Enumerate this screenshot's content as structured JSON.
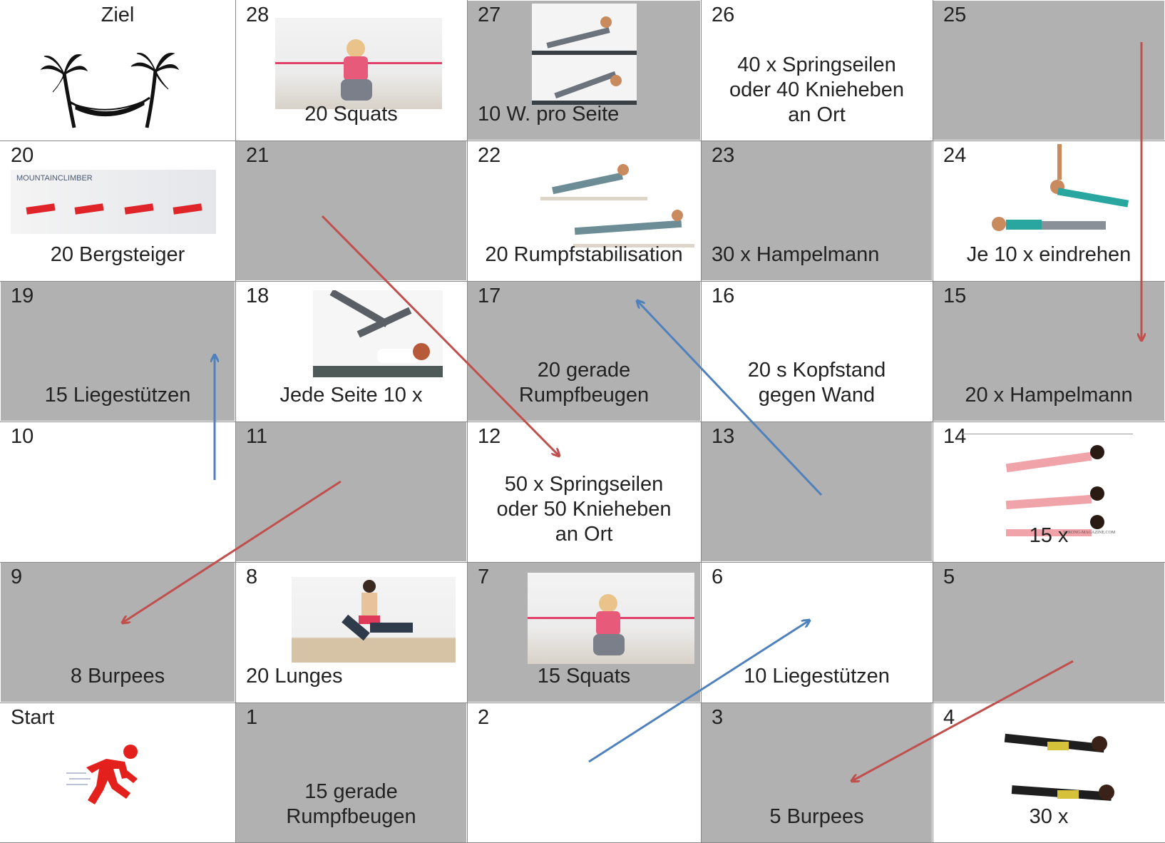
{
  "colors": {
    "gray": "#b1b1b1",
    "white": "#ffffff",
    "red_arrow": "#c0504d",
    "blue_arrow": "#4f81bd",
    "runner": "#e3201b"
  },
  "cells": {
    "ziel": {
      "num": "Ziel",
      "icon": "palm-hammock-icon"
    },
    "c28": {
      "num": "28",
      "label": "20 Squats",
      "image": "squat-photo"
    },
    "c27": {
      "num": "27",
      "label": "10 W. pro Seite",
      "image": "side-plank-photo"
    },
    "c26": {
      "num": "26",
      "label": "40 x Springseilen oder 40 Knieheben an Ort"
    },
    "c25": {
      "num": "25"
    },
    "c20": {
      "num": "20",
      "label": "20 Bergsteiger",
      "image_caption": "MOUNTAINCLIMBER"
    },
    "c21": {
      "num": "21"
    },
    "c22": {
      "num": "22",
      "label": "20 Rumpfstabilisation",
      "image": "plank-photo"
    },
    "c23": {
      "num": "23",
      "label": "30 x Hampelmann"
    },
    "c24": {
      "num": "24",
      "label": "Je 10 x eindrehen",
      "image": "rotation-plank-photo"
    },
    "c19": {
      "num": "19",
      "label": "15 Liegestützen"
    },
    "c18": {
      "num": "18",
      "label": "Jede Seite 10 x",
      "image": "bicycle-crunch-photo"
    },
    "c17": {
      "num": "17",
      "label": "20 gerade Rumpfbeugen"
    },
    "c16": {
      "num": "16",
      "label": "20 s Kopfstand gegen Wand"
    },
    "c15": {
      "num": "15",
      "label": "20 x Hampelmann"
    },
    "c10": {
      "num": "10"
    },
    "c11": {
      "num": "11"
    },
    "c12": {
      "num": "12",
      "label": "50 x Springseilen oder 50 Knieheben an Ort"
    },
    "c13": {
      "num": "13"
    },
    "c14": {
      "num": "14",
      "label": "15 x",
      "image": "plank-jack-photo",
      "watermark": "STRONG-MAGAZINE.COM"
    },
    "c9": {
      "num": "9",
      "label": "8 Burpees"
    },
    "c8": {
      "num": "8",
      "label": "20 Lunges",
      "image": "lunge-photo"
    },
    "c7": {
      "num": "7",
      "label": "15 Squats",
      "image": "squat-photo"
    },
    "c6": {
      "num": "6",
      "label": "10 Liegestützen"
    },
    "c5": {
      "num": "5"
    },
    "start": {
      "num": "Start",
      "icon": "running-man-icon"
    },
    "c1": {
      "num": "1",
      "label": "15 gerade Rumpfbeugen"
    },
    "c2": {
      "num": "2"
    },
    "c3": {
      "num": "3",
      "label": "5 Burpees"
    },
    "c4": {
      "num": "4",
      "label": "30 x",
      "image": "superman-photo"
    }
  },
  "arrows": [
    {
      "from": "5",
      "to": "3",
      "kind": "ladder-down",
      "color": "red"
    },
    {
      "from": "2",
      "to": "6",
      "kind": "ladder-up",
      "color": "blue"
    },
    {
      "from": "11",
      "to": "9",
      "kind": "ladder-down",
      "color": "red"
    },
    {
      "from": "10",
      "to": "19",
      "kind": "ladder-up",
      "color": "blue"
    },
    {
      "from": "13",
      "to": "17",
      "kind": "ladder-up",
      "color": "blue"
    },
    {
      "from": "21",
      "to": "12",
      "kind": "ladder-down",
      "color": "red"
    },
    {
      "from": "25",
      "to": "15",
      "kind": "ladder-down",
      "color": "red"
    }
  ]
}
